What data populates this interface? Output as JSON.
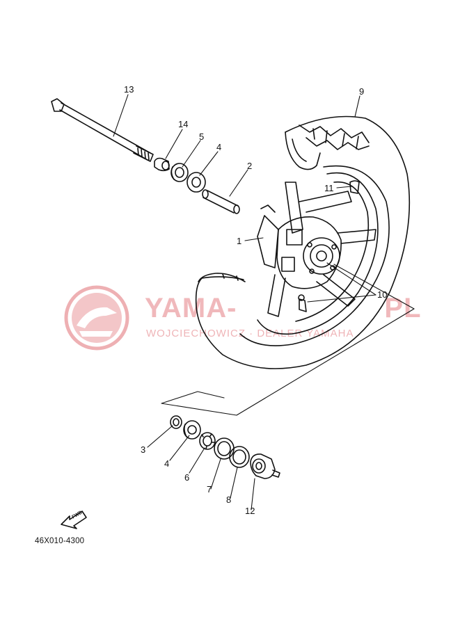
{
  "diagram": {
    "part_number": "46X010-4300",
    "arrow_label": "FWD",
    "callouts": {
      "c1": "1",
      "c2": "2",
      "c3": "3",
      "c4a": "4",
      "c4b": "4",
      "c5": "5",
      "c6": "6",
      "c7": "7",
      "c8": "8",
      "c9": "9",
      "c10": "10",
      "c11": "11",
      "c12": "12",
      "c13": "13",
      "c14": "14"
    }
  },
  "watermark": {
    "title": "YAMA-",
    "title_end": "PL",
    "subtitle": "WOJCIECHOWICZ · DEALER YAMAHA",
    "logo_color": "#e8a3a6"
  },
  "colors": {
    "ink": "#111111",
    "watermark": "#f0b8bb"
  }
}
